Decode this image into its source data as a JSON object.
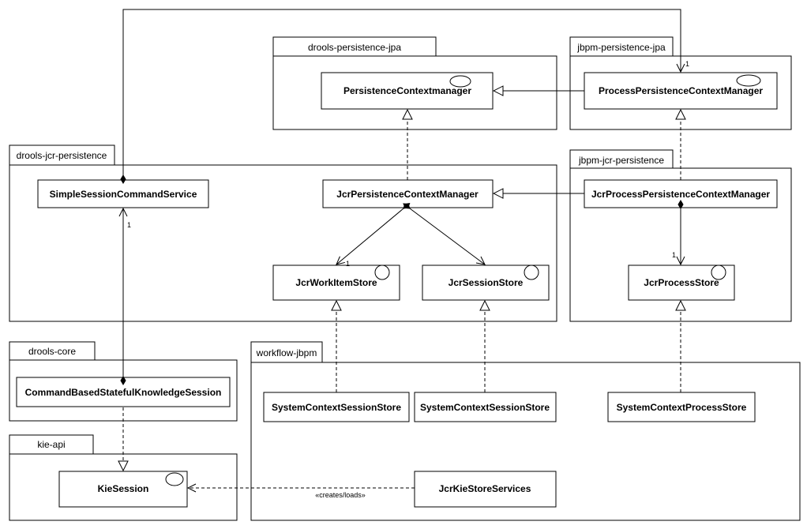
{
  "packages": {
    "drools_persistence_jpa": "drools-persistence-jpa",
    "jbpm_persistence_jpa": "jbpm-persistence-jpa",
    "drools_jcr_persistence": "drools-jcr-persistence",
    "jbpm_jcr_persistence": "jbpm-jcr-persistence",
    "drools_core": "drools-core",
    "workflow_jbpm": "workflow-jbpm",
    "kie_api": "kie-api"
  },
  "classes": {
    "persistence_context_manager": "PersistenceContextmanager",
    "process_persistence_context_manager": "ProcessPersistenceContextManager",
    "simple_session_command_service": "SimpleSessionCommandService",
    "jcr_persistence_context_manager": "JcrPersistenceContextManager",
    "jcr_process_persistence_context_manager": "JcrProcessPersistenceContextManager",
    "jcr_work_item_store": "JcrWorkItemStore",
    "jcr_session_store": "JcrSessionStore",
    "jcr_process_store": "JcrProcessStore",
    "command_based_stateful_knowledge_session": "CommandBasedStatefulKnowledgeSession",
    "system_context_session_store_1": "SystemContextSessionStore",
    "system_context_session_store_2": "SystemContextSessionStore",
    "system_context_process_store": "SystemContextProcessStore",
    "kie_session": "KieSession",
    "jcr_kie_store_services": "JcrKieStoreServices"
  },
  "labels": {
    "mult_process_ctx": "1",
    "mult_simple_session": "1",
    "mult_work_item": "1",
    "mult_process_store": "1",
    "creates_loads": "«creates/loads»"
  }
}
